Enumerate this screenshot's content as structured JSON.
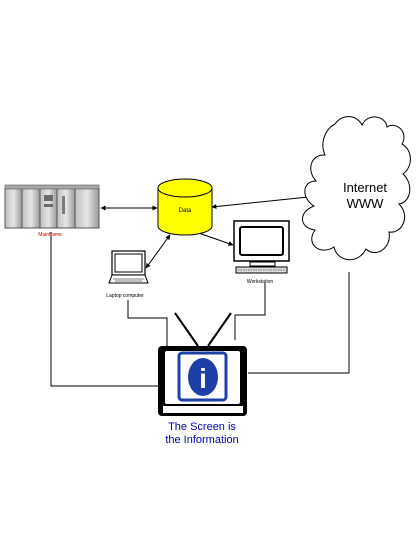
{
  "nodes": {
    "mainframe": {
      "label": "Mainframe",
      "label_color": "#cc0000"
    },
    "data": {
      "label": "Data",
      "fill": "#ffff00"
    },
    "laptop": {
      "label": "Laptop computer"
    },
    "workstation": {
      "label": "Workstation"
    },
    "internet": {
      "line1": "Internet",
      "line2": "WWW"
    },
    "screen": {
      "caption_line1": "The Screen is",
      "caption_line2": "the Information",
      "caption_color": "#0000aa",
      "info_glyph": "i",
      "icon": "info-icon"
    }
  },
  "edges": [
    {
      "from": "mainframe",
      "to": "data",
      "arrows": "both"
    },
    {
      "from": "data",
      "to": "internet",
      "arrows": "both"
    },
    {
      "from": "data",
      "to": "laptop",
      "arrows": "both"
    },
    {
      "from": "data",
      "to": "workstation",
      "arrows": "both"
    },
    {
      "from": "mainframe",
      "to": "screen",
      "arrows": "none"
    },
    {
      "from": "laptop",
      "to": "screen",
      "arrows": "none"
    },
    {
      "from": "workstation",
      "to": "screen",
      "arrows": "none"
    },
    {
      "from": "internet",
      "to": "screen",
      "arrows": "none"
    }
  ]
}
